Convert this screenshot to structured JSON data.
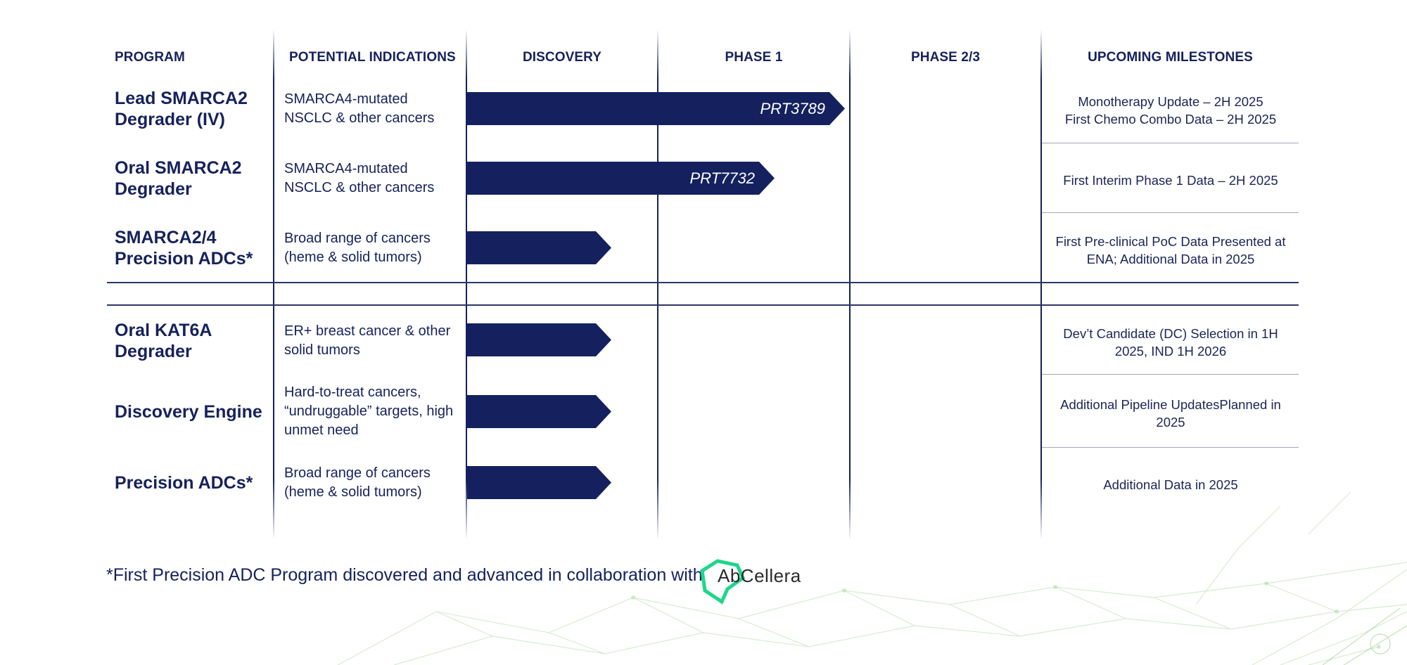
{
  "columns": {
    "program": "PROGRAM",
    "indications": "POTENTIAL INDICATIONS",
    "discovery": "DISCOVERY",
    "phase1": "PHASE 1",
    "phase23": "PHASE 2/3",
    "milestones": "UPCOMING MILESTONES"
  },
  "rows": [
    {
      "program": [
        "Lead SMARCA2",
        "Degrader (IV)"
      ],
      "indication": [
        "SMARCA4-mutated",
        "NSCLC & other cancers"
      ],
      "bar_label": "PRT3789",
      "stage": "Phase 1",
      "milestone": [
        "Monotherapy Update – 2H 2025",
        "First Chemo Combo Data – 2H 2025"
      ]
    },
    {
      "program": [
        "Oral SMARCA2",
        "Degrader"
      ],
      "indication": [
        "SMARCA4-mutated",
        "NSCLC & other cancers"
      ],
      "bar_label": "PRT7732",
      "stage": "Phase 1",
      "milestone": [
        "First Interim Phase 1 Data – 2H 2025"
      ]
    },
    {
      "program": [
        "SMARCA2/4",
        "Precision ADCs*"
      ],
      "indication": [
        "Broad range of cancers",
        "(heme & solid tumors)"
      ],
      "bar_label": "",
      "stage": "Discovery",
      "milestone": [
        "First Pre-clinical PoC Data Presented at",
        "ENA; Additional Data in 2025"
      ]
    },
    {
      "program": [
        "Oral KAT6A",
        "Degrader"
      ],
      "indication": [
        "ER+ breast cancer & other",
        "solid tumors"
      ],
      "bar_label": "",
      "stage": "Discovery",
      "milestone": [
        "Dev’t Candidate (DC) Selection in 1H",
        "2025, IND 1H 2026"
      ]
    },
    {
      "program": [
        "Discovery Engine"
      ],
      "indication": [
        "Hard-to-treat cancers,",
        "“undruggable” targets, high",
        "unmet need"
      ],
      "bar_label": "",
      "stage": "Discovery",
      "milestone": [
        "Additional Pipeline UpdatesPlanned in",
        "2025"
      ]
    },
    {
      "program": [
        "Precision ADCs*"
      ],
      "indication": [
        "Broad range of cancers",
        "(heme & solid tumors)"
      ],
      "bar_label": "",
      "stage": "Discovery",
      "milestone": [
        "Additional Data in 2025"
      ]
    }
  ],
  "footnote": "*First Precision ADC Program discovered and advanced in collaboration with",
  "partner_logo": {
    "text": "AbCellera",
    "icon": "abcellera-logo-icon",
    "color": "#1fd68b"
  },
  "colors": {
    "navy": "#14215e",
    "text": "#16215c",
    "accent_green": "#1fd68b"
  }
}
